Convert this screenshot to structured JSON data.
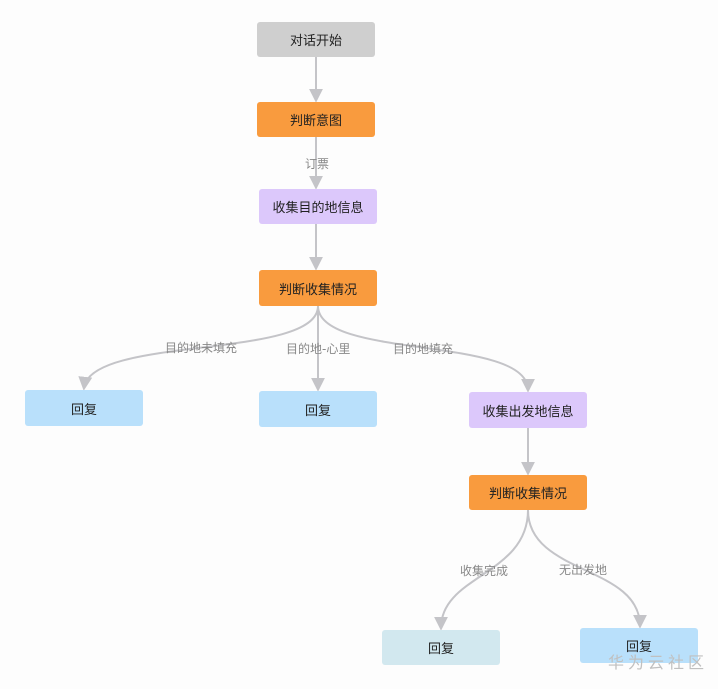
{
  "colors": {
    "gray": "#cfcfcf",
    "orange": "#f99b3e",
    "purple": "#dcc8fb",
    "blue": "#b9e0fb",
    "teal": "#d2e8ef",
    "edge": "#c4c4c8",
    "label": "#888888"
  },
  "nodes": {
    "start": "对话开始",
    "intent": "判断意图",
    "collect_dest": "收集目的地信息",
    "judge1": "判断收集情况",
    "reply_left": "回复",
    "reply_mid": "回复",
    "collect_origin": "收集出发地信息",
    "judge2": "判断收集情况",
    "reply_done": "回复",
    "reply_no_origin": "回复"
  },
  "edges": {
    "book": "订票",
    "dest_unfilled": "目的地未填充",
    "dest_xinli": "目的地-心里",
    "dest_filled": "目的地填充",
    "collect_done": "收集完成",
    "no_origin": "无出发地"
  },
  "watermark": "华为云社区"
}
